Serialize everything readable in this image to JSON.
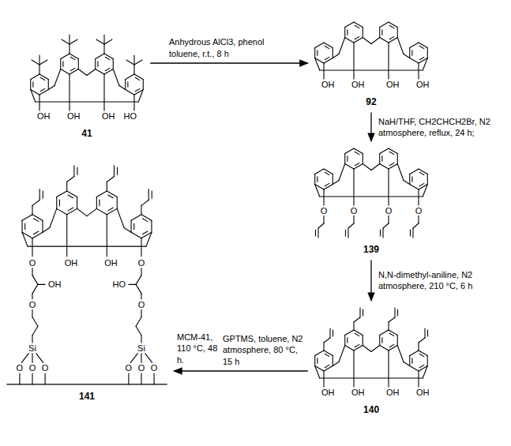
{
  "diagram": {
    "nodes": [
      {
        "text": [
          "41"
        ]
      },
      {
        "text": [
          "92"
        ]
      },
      {
        "text": [
          "139"
        ]
      },
      {
        "text": [
          "140"
        ]
      },
      {
        "text": [
          "141"
        ]
      }
    ],
    "edges": [
      {
        "from": 0,
        "to": 1,
        "arrow": "to",
        "label": "Anhydrous AlCl3, phenol toluene, r.t., 8 h"
      },
      {
        "from": 1,
        "to": 2,
        "arrow": "to",
        "label": "NaH/THF, CH2CHCH2Br, N2 atmosphere, reflux, 24 h;"
      },
      {
        "from": 2,
        "to": 3,
        "arrow": "to",
        "label": "N,N-dimethyl-aniline, N2 atmosphere, 210 °C, 6 h"
      },
      {
        "from": 3,
        "to": 4,
        "arrow": "to",
        "label": "GPTMS, toluene, N2 atmosphere, 80 °C, 15 h"
      }
    ],
    "labels": [
      "OH",
      "OH",
      "OH",
      "HO",
      "OH",
      "OH",
      "OH",
      "OH",
      "O",
      "O",
      "O",
      "O",
      "OH",
      "OH",
      "OH",
      "OH",
      "O",
      "OH",
      "O",
      "Si",
      "O",
      "O",
      "O",
      "OH",
      "OH",
      "O",
      "HO",
      "O",
      "Si",
      "O",
      "O",
      "O",
      "MCM-41, 110 °C, 48 h."
    ]
  }
}
